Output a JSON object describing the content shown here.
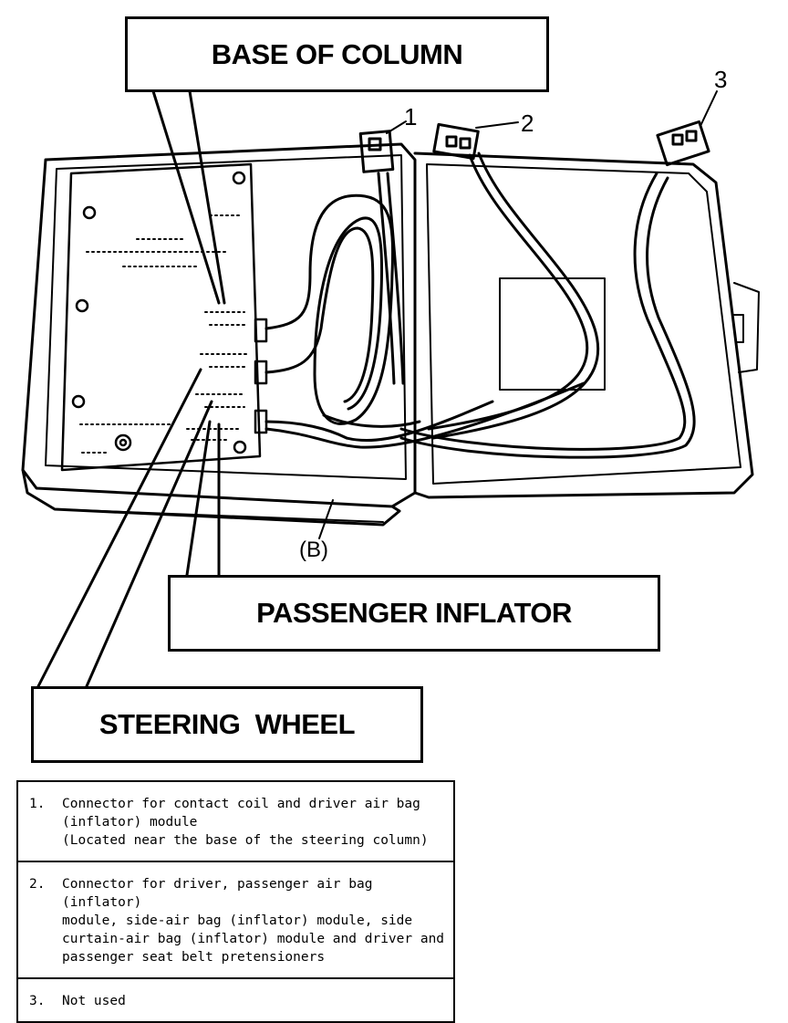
{
  "callouts": {
    "base_of_column": "BASE OF COLUMN",
    "passenger_inflator": "PASSENGER INFLATOR",
    "steering_wheel": "STEERING  WHEEL"
  },
  "connector_numbers": {
    "c1": "1",
    "c2": "2",
    "c3": "3"
  },
  "case_label": "(B)",
  "legend": [
    {
      "num": "1.",
      "text": "Connector for contact coil and driver air bag\n(inflator) module\n(Located near the base of the steering column)"
    },
    {
      "num": "2.",
      "text": "Connector for driver, passenger air bag (inflator)\nmodule, side-air bag (inflator) module, side\ncurtain-air bag (inflator) module and driver and\npassenger seat belt pretensioners"
    },
    {
      "num": "3.",
      "text": "Not used"
    }
  ]
}
